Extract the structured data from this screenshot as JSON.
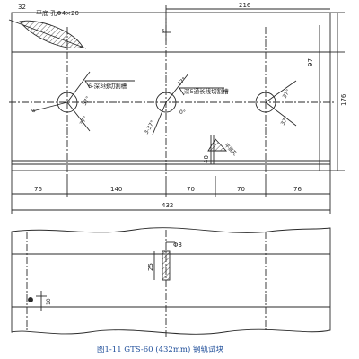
{
  "labels": {
    "flat_hole": "平底 孔Φ4×20",
    "dim_32": "32",
    "dim_216": "216",
    "dim_97": "97",
    "dim_176": "176",
    "slot_left": "6-深3线切割槽",
    "slot_mid": "深5通长线切割槽",
    "flat_hole_small": "平底孔",
    "dim_5_left": "5",
    "dim_6": "6",
    "ang_37_a": "37°",
    "ang_37_b": "37°",
    "ang_37_c": "37°",
    "ang_37_d": "37°",
    "ang_0": "0°",
    "ang_37_e": "3-37°",
    "ang_37_f": "37°",
    "dim_40": "40",
    "dim_76_l": "76",
    "dim_140": "140",
    "dim_70_a": "70",
    "dim_70_b": "70",
    "dim_76_r": "76",
    "dim_432": "432",
    "dim_phi3": "Φ3",
    "dim_25": "25",
    "dim_10": "10",
    "caption": "图1-11  GTS-60 (432mm) 钢轨试块"
  },
  "colors": {
    "line": "#2a2a2a",
    "hatch": "#3a3a3a",
    "caption": "#1f4e9a"
  }
}
